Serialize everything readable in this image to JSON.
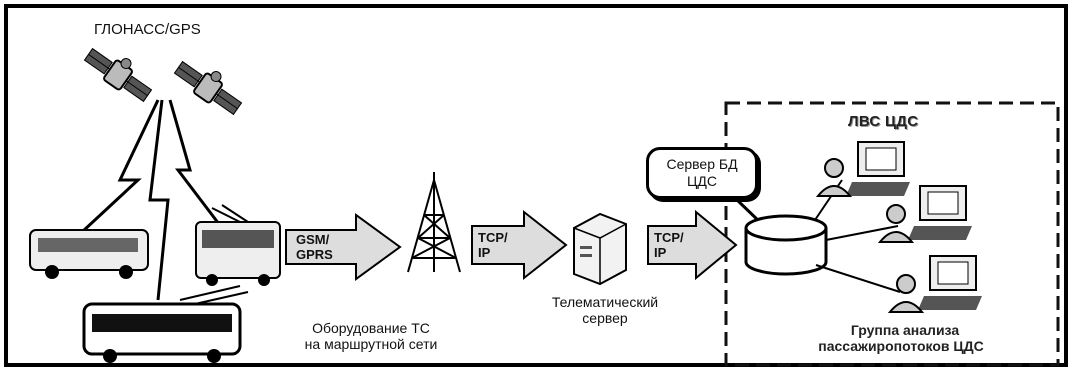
{
  "diagram": {
    "satellite_label": "ГЛОНАСС/GPS",
    "arrow1_label_line1": "GSM/",
    "arrow1_label_line2": "GPRS",
    "arrow2_label_line1": "TCP/",
    "arrow2_label_line2": "IP",
    "arrow3_label_line1": "TCP/",
    "arrow3_label_line2": "IP",
    "vehicles_caption_line1": "Оборудование ТС",
    "vehicles_caption_line2": "на маршрутной сети",
    "server_caption_line1": "Телематический",
    "server_caption_line2": "сервер",
    "db_server_line1": "Сервер БД",
    "db_server_line2": "ЦДС",
    "lan_title": "ЛВС ЦДС",
    "group_caption_line1": "Группа анализа",
    "group_caption_line2": "пассажиропотоков ЦДС"
  }
}
